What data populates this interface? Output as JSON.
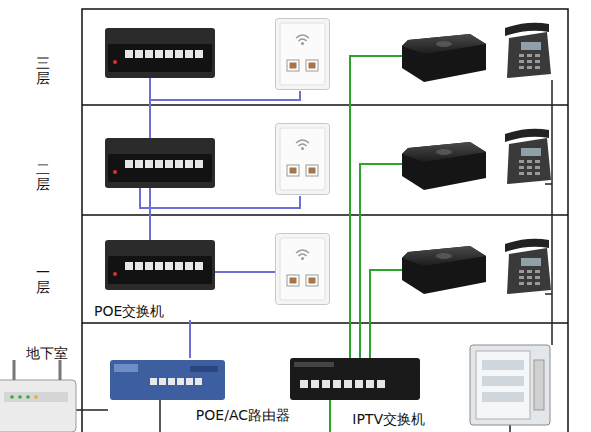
{
  "diagram": {
    "nodes": [
      {
        "text": [
          "POE交换机"
        ]
      },
      {
        "text": [
          "POE/AC路由器"
        ]
      },
      {
        "text": [
          "IPTV交换机"
        ]
      }
    ],
    "edges": [
      {
        "from": 1,
        "to": 0,
        "arrow": "none"
      }
    ],
    "labels": [
      "三层",
      "二层",
      "一层",
      "地下室"
    ]
  }
}
